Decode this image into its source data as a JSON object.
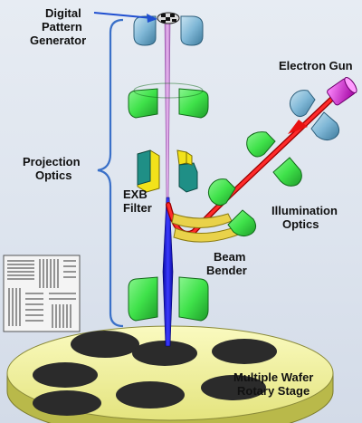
{
  "labels": {
    "digital_pattern_generator": [
      "Digital",
      "Pattern",
      "Generator"
    ],
    "electron_gun": "Electron Gun",
    "projection_optics": [
      "Projection",
      "Optics"
    ],
    "exb_filter": [
      "EXB",
      "Filter"
    ],
    "illumination_optics": [
      "Illumination",
      "Optics"
    ],
    "beam_bender": [
      "Beam",
      "Bender"
    ],
    "multiple_wafer_rotary_stage": [
      "Multiple Wafer",
      "Rotary Stage"
    ]
  },
  "colors": {
    "background": "#e2e8f0",
    "lens_green": "#3fe24a",
    "lens_dark_green": "#1f9a2a",
    "lens_cyan": "#7fb7d6",
    "projection_beam": "#c98bd6",
    "wafer_beam": "#1a1aff",
    "illumination_beam": "#e81010",
    "gun_magenta": "#e020e0",
    "stage_yellow": "#eeee88",
    "wafer_dark": "#2b2b2b",
    "filter_yellow": "#f2e21a",
    "filter_teal": "#1f8f86",
    "bender_yellow": "#e9d24a",
    "brace_blue": "#3a70c8",
    "arrow_blue": "#1f4fd0"
  }
}
